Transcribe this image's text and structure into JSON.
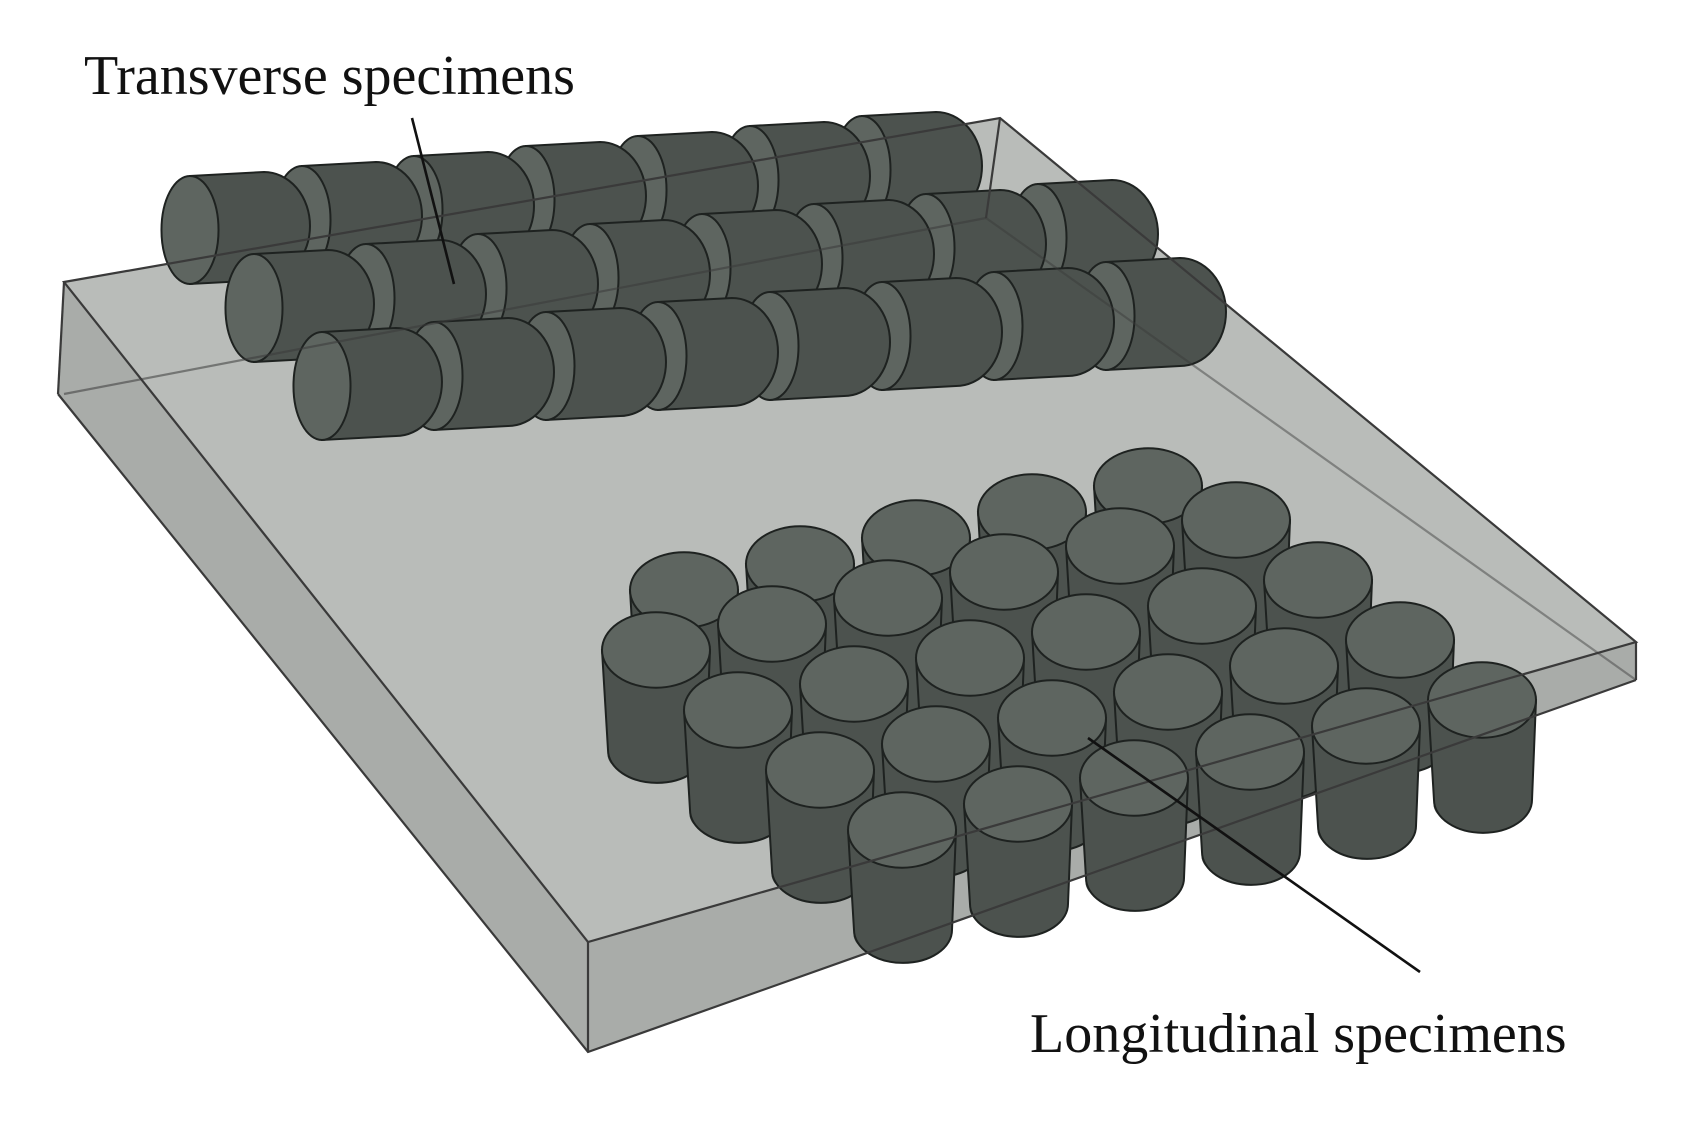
{
  "labels": {
    "transverse": "Transverse specimens",
    "longitudinal": "Longitudinal specimens"
  },
  "colors": {
    "box_top": "#b9bcb9",
    "box_side": "#a9aca9",
    "specimen_side": "#4c524e",
    "specimen_face": "#5e6560",
    "specimen_outline": "#1e2220",
    "leader_line": "#111111"
  },
  "specimen_groups": {
    "transverse": {
      "orientation": "transverse",
      "rows": [
        7,
        8,
        8
      ]
    },
    "longitudinal": {
      "orientation": "longitudinal",
      "rows": [
        5,
        6,
        6,
        6,
        6
      ]
    }
  }
}
